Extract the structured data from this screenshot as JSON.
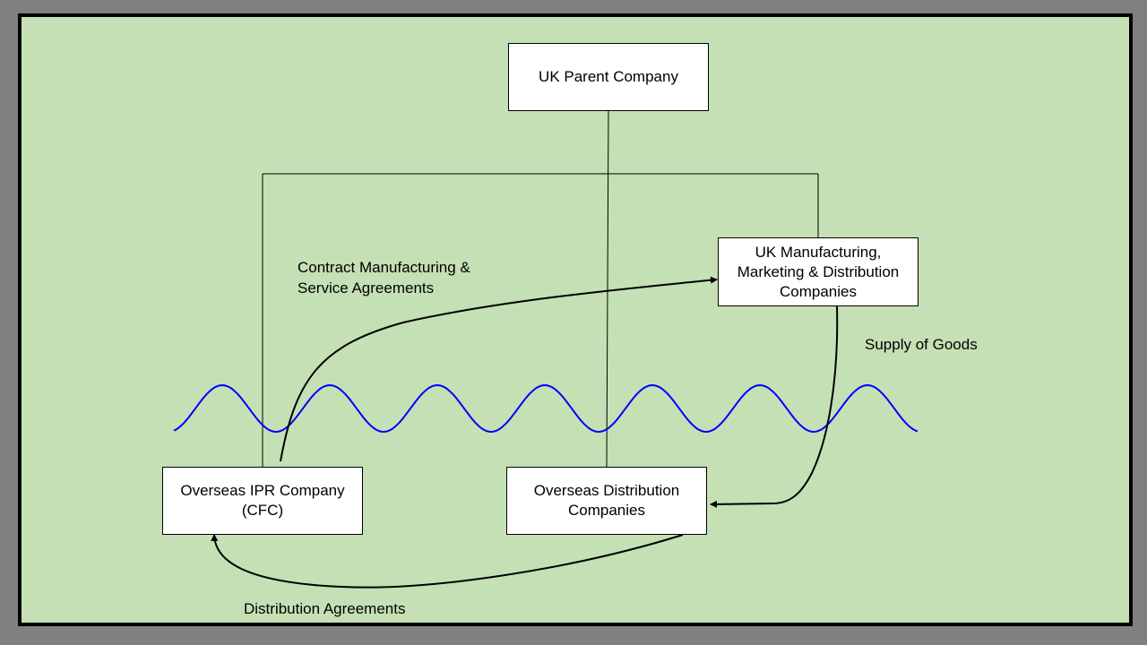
{
  "diagram": {
    "colors": {
      "background": "#c5e0b4",
      "outer": "#808080",
      "border": "#000000",
      "wave": "#0000ff",
      "box_fill": "#ffffff"
    },
    "nodes": {
      "uk_parent": "UK Parent Company",
      "uk_manufacturing": "UK Manufacturing,\nMarketing & Distribution\nCompanies",
      "overseas_ipr": "Overseas IPR Company\n(CFC)",
      "overseas_distribution": "Overseas Distribution\nCompanies"
    },
    "labels": {
      "contract_manufacturing": "Contract Manufacturing &\nService Agreements",
      "supply_of_goods": "Supply of Goods",
      "distribution_agreements": "Distribution Agreements"
    },
    "edges": [
      {
        "from": "uk_parent",
        "to": "overseas_ipr",
        "type": "ownership"
      },
      {
        "from": "uk_parent",
        "to": "uk_manufacturing",
        "type": "ownership"
      },
      {
        "from": "uk_parent",
        "to": "overseas_distribution",
        "type": "ownership"
      },
      {
        "from": "overseas_ipr",
        "to": "uk_manufacturing",
        "type": "arrow",
        "label": "contract_manufacturing"
      },
      {
        "from": "uk_manufacturing",
        "to": "overseas_distribution",
        "type": "arrow",
        "label": "supply_of_goods"
      },
      {
        "from": "overseas_distribution",
        "to": "overseas_ipr",
        "type": "arrow",
        "label": "distribution_agreements"
      }
    ],
    "border_wave": "UK / overseas boundary"
  }
}
